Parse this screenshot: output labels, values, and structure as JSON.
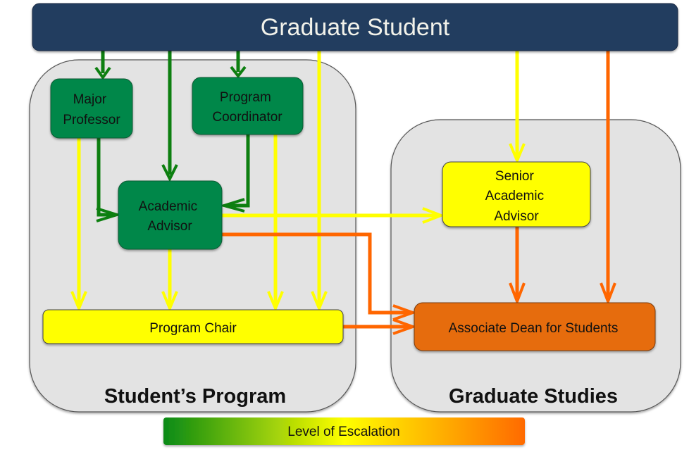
{
  "header": {
    "title": "Graduate Student",
    "color": "#243d5f"
  },
  "containers": [
    {
      "id": "students-program",
      "title": "Student’s Program"
    },
    {
      "id": "graduate-studies",
      "title": "Graduate Studies"
    }
  ],
  "nodes": {
    "major_professor": {
      "lines": [
        "Major",
        "Professor"
      ],
      "level": "green"
    },
    "program_coordinator": {
      "lines": [
        "Program",
        "Coordinator"
      ],
      "level": "green"
    },
    "academic_advisor": {
      "lines": [
        "Academic",
        "Advisor"
      ],
      "level": "green"
    },
    "program_chair": {
      "lines": [
        "Program Chair"
      ],
      "level": "yellow"
    },
    "senior_academic_advisor": {
      "lines": [
        "Senior",
        "Academic",
        "Advisor"
      ],
      "level": "yellow"
    },
    "associate_dean": {
      "lines": [
        "Associate Dean for Students"
      ],
      "level": "orange"
    }
  },
  "edges": [
    {
      "from": "Graduate Student",
      "to": "Major Professor",
      "level": "green"
    },
    {
      "from": "Graduate Student",
      "to": "Academic Advisor",
      "level": "green"
    },
    {
      "from": "Graduate Student",
      "to": "Program Coordinator",
      "level": "green"
    },
    {
      "from": "Graduate Student",
      "to": "Program Chair",
      "level": "yellow"
    },
    {
      "from": "Graduate Student",
      "to": "Senior Academic Advisor",
      "level": "yellow"
    },
    {
      "from": "Graduate Student",
      "to": "Associate Dean for Students",
      "level": "orange"
    },
    {
      "from": "Major Professor",
      "to": "Academic Advisor",
      "level": "green"
    },
    {
      "from": "Program Coordinator",
      "to": "Academic Advisor",
      "level": "green"
    },
    {
      "from": "Major Professor",
      "to": "Program Chair",
      "level": "yellow"
    },
    {
      "from": "Academic Advisor",
      "to": "Program Chair",
      "level": "yellow"
    },
    {
      "from": "Program Coordinator",
      "to": "Program Chair",
      "level": "yellow"
    },
    {
      "from": "Academic Advisor",
      "to": "Senior Academic Advisor",
      "level": "yellow"
    },
    {
      "from": "Academic Advisor",
      "to": "Associate Dean for Students",
      "level": "orange"
    },
    {
      "from": "Program Chair",
      "to": "Associate Dean for Students",
      "level": "orange"
    },
    {
      "from": "Senior Academic Advisor",
      "to": "Associate Dean for Students",
      "level": "orange"
    }
  ],
  "colors": {
    "green_fill": "#06874a",
    "green_arrow": "#0d7f10",
    "yellow": "#ffff00",
    "orange_fill": "#e66c10",
    "orange_arrow": "#ff6600",
    "container_fill": "#e3e3e3"
  },
  "legend": {
    "label": "Level of Escalation",
    "gradient": [
      "#0a8a14",
      "#ffff00",
      "#ff6a00"
    ]
  }
}
